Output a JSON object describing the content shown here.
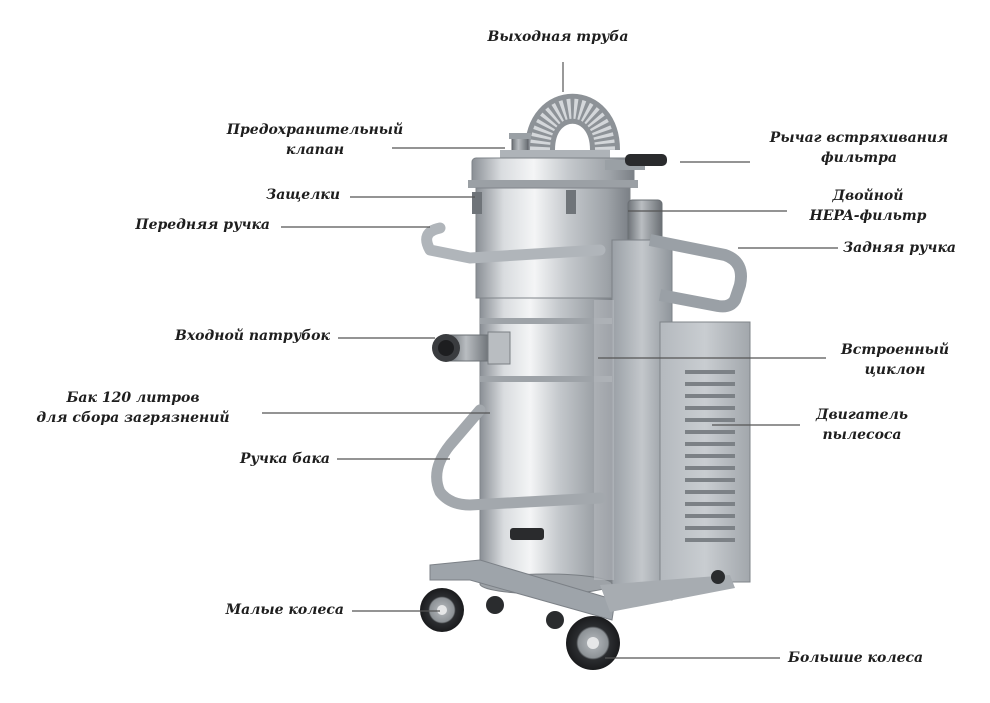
{
  "labels": {
    "outlet_pipe": "Выходная труба",
    "safety_valve_1": "Предохранительный",
    "safety_valve_2": "клапан",
    "latches": "Защелки",
    "front_handle": "Передняя ручка",
    "inlet": "Входной патрубок",
    "tank_1": "Бак 120 литров",
    "tank_2": "для сбора загрязнений",
    "tank_handle": "Ручка бака",
    "small_wheels": "Малые колеса",
    "shaker_lever_1": "Рычаг встряхивания",
    "shaker_lever_2": "фильтра",
    "hepa_1": "Двойной",
    "hepa_2": "HEPA-фильтр",
    "rear_handle": "Задняя ручка",
    "cyclone_1": "Встроенный",
    "cyclone_2": "циклон",
    "motor_1": "Двигатель",
    "motor_2": "пылесоса",
    "large_wheels": "Большие колеса"
  },
  "colors": {
    "leader_line": "#555555",
    "steel": "#c9ccd0",
    "frame": "#a9aeb3",
    "text": "#1e1e1e"
  }
}
